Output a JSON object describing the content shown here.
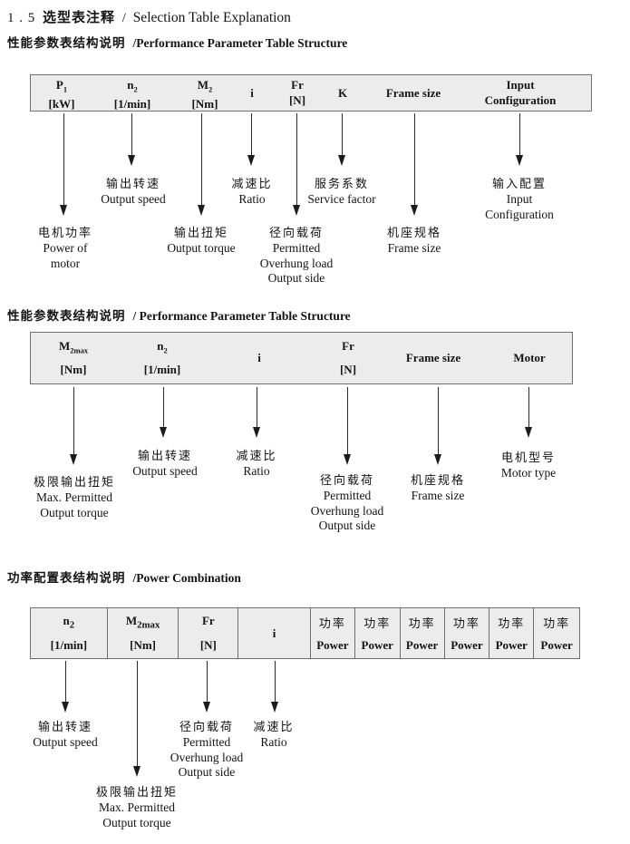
{
  "title": {
    "num": "1 . 5",
    "cn": "选型表注释",
    "slash": "/",
    "en": "Selection Table Explanation"
  },
  "sections": [
    {
      "heading_cn": "性能参数表结构说明",
      "heading_en": "/Performance Parameter Table Structure",
      "table": {
        "columns": [
          {
            "sym": "P",
            "sub": "1",
            "unit": "[kW]"
          },
          {
            "sym": "n",
            "sub": "2",
            "unit": "[1/min]"
          },
          {
            "sym": "M",
            "sub": "2",
            "unit": "[Nm]"
          },
          {
            "sym": "i"
          },
          {
            "sym": "Fr",
            "unit": "[N]"
          },
          {
            "sym": "K"
          },
          {
            "sym": "Frame size"
          },
          {
            "sym": "Input",
            "unit": "Configuration"
          }
        ]
      },
      "callouts": [
        {
          "cn": "电机功率",
          "en": "Power of\nmotor"
        },
        {
          "cn": "输出转速",
          "en": "Output speed"
        },
        {
          "cn": "输出扭矩",
          "en": "Output torque"
        },
        {
          "cn": "减速比",
          "en": "Ratio"
        },
        {
          "cn": "径向载荷",
          "en": "Permitted\nOverhung load\nOutput side"
        },
        {
          "cn": "服务系数",
          "en": "Service factor"
        },
        {
          "cn": "机座规格",
          "en": "Frame size"
        },
        {
          "cn": "输入配置",
          "en": "Input\nConfiguration"
        }
      ]
    },
    {
      "heading_cn": "性能参数表结构说明",
      "heading_en": "/ Performance Parameter Table Structure",
      "table": {
        "columns": [
          {
            "sym": "M",
            "sub": "2max",
            "unit": "[Nm]"
          },
          {
            "sym": "n",
            "sub": "2",
            "unit": "[1/min]"
          },
          {
            "sym": "i"
          },
          {
            "sym": "Fr",
            "unit": "[N]"
          },
          {
            "sym": "Frame size"
          },
          {
            "sym": "Motor"
          }
        ]
      },
      "callouts": [
        {
          "cn": "极限输出扭矩",
          "en": "Max. Permitted\nOutput torque"
        },
        {
          "cn": "输出转速",
          "en": "Output speed"
        },
        {
          "cn": "减速比",
          "en": "Ratio"
        },
        {
          "cn": "径向载荷",
          "en": "Permitted\nOverhung load\nOutput side"
        },
        {
          "cn": "机座规格",
          "en": "Frame size"
        },
        {
          "cn": "电机型号",
          "en": "Motor type"
        }
      ]
    },
    {
      "heading_cn": "功率配置表结构说明",
      "heading_en": "/Power Combination",
      "table": {
        "columns": [
          {
            "sym": "n",
            "sub": "2",
            "unit": "[1/min]"
          },
          {
            "sym": "M",
            "sub": "2max",
            "unit": "[Nm]"
          },
          {
            "sym": "Fr",
            "unit": "[N]"
          },
          {
            "sym": "i"
          },
          {
            "sym": "功率",
            "unit": "Power"
          },
          {
            "sym": "功率",
            "unit": "Power"
          },
          {
            "sym": "功率",
            "unit": "Power"
          },
          {
            "sym": "功率",
            "unit": "Power"
          },
          {
            "sym": "功率",
            "unit": "Power"
          },
          {
            "sym": "功率",
            "unit": "Power"
          }
        ]
      },
      "callouts": [
        {
          "cn": "输出转速",
          "en": "Output speed"
        },
        {
          "cn": "极限输出扭矩",
          "en": "Max. Permitted\nOutput torque"
        },
        {
          "cn": "径向载荷",
          "en": "Permitted\nOverhung load\nOutput side"
        },
        {
          "cn": "减速比",
          "en": "Ratio"
        }
      ]
    }
  ]
}
